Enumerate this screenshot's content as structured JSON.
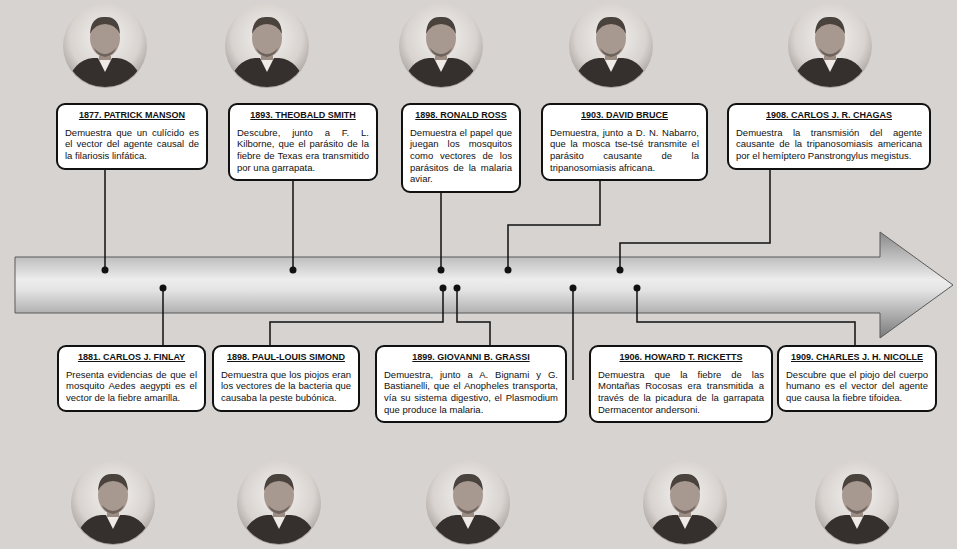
{
  "diagram": {
    "nodes": [
      {
        "text": [
          "1877. PATRICK MANSON",
          "Demuestra que un culícido es el vector del agente causal de la filariosis linfática."
        ]
      },
      {
        "text": [
          "1893. THEOBALD SMITH",
          "Descubre, junto a F. L. Kilborne, que el parásito de la fiebre de Texas era transmitido por una garrapata."
        ]
      },
      {
        "text": [
          "1898. RONALD ROSS",
          "Demuestra el papel que juegan los mosquitos como vectores de los parásitos de la malaria aviar."
        ]
      },
      {
        "text": [
          "1903. DAVID BRUCE",
          "Demuestra, junto a D. N. Nabarro, que la mosca tse-tsé transmite el parásito causante de la tripanosomiasis africana."
        ]
      },
      {
        "text": [
          "1908. CARLOS J. R. CHAGAS",
          "Demuestra la transmisión del agente causante de la tripanosomiasis americana por el hemíptero Panstrongylus megistus."
        ]
      },
      {
        "text": [
          "1881. CARLOS J. FINLAY",
          "Presenta evidencias de que el mosquito Aedes aegypti es el vector de la fiebre amarilla."
        ]
      },
      {
        "text": [
          "1898. PAUL-LOUIS SIMOND",
          "Demuestra que los piojos eran los vectores de la bacteria que causaba la peste bubónica."
        ]
      },
      {
        "text": [
          "1899. GIOVANNI B. GRASSI",
          "Demuestra, junto a A. Bignami y G. Bastianelli, que el Anopheles transporta, vía su sistema digestivo, el Plasmodium que produce la malaria."
        ]
      },
      {
        "text": [
          "1906. HOWARD T. RICKETTS",
          "Demuestra que la fiebre de las Montañas Rocosas era transmitida a través de la picadura de la garrapata Dermacentor andersoni."
        ]
      },
      {
        "text": [
          "1909. CHARLES J. H. NICOLLE",
          "Descubre que el piojo del cuerpo humano es el vector del agente que causa la fiebre tifoidea."
        ]
      }
    ]
  }
}
